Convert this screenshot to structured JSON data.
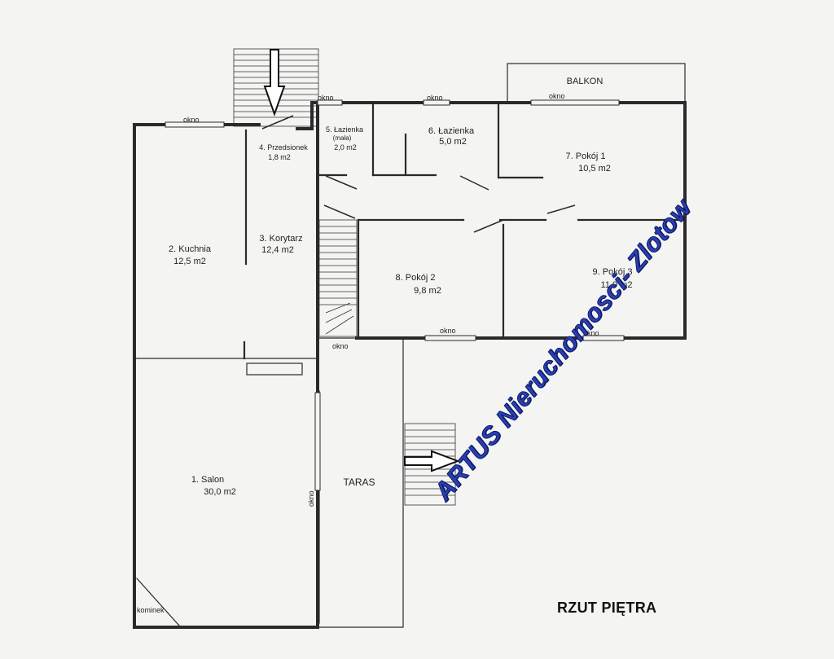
{
  "title": "RZUT PIĘTRA",
  "watermark": "ARTUS Nieruchomosci- Zlotow",
  "rooms": {
    "salon": {
      "name": "1. Salon",
      "area": "30,0 m2"
    },
    "kuchnia": {
      "name": "2. Kuchnia",
      "area": "12,5 m2"
    },
    "korytarz": {
      "name": "3. Korytarz",
      "area": "12,4 m2"
    },
    "przedsionek": {
      "name": "4. Przedsionek",
      "area": "1,8 m2"
    },
    "lazienka_mala": {
      "name": "5. Łazienka",
      "sub": "(mała)",
      "area": "2,0 m2"
    },
    "lazienka": {
      "name": "6. Łazienka",
      "area": "5,0 m2"
    },
    "pokoj1": {
      "name": "7. Pokój 1",
      "area": "10,5 m2"
    },
    "pokoj2": {
      "name": "8. Pokój 2",
      "area": "9,8 m2"
    },
    "pokoj3": {
      "name": "9. Pokój 3",
      "area": "11.0 m2"
    }
  },
  "labels": {
    "balkon": "BALKON",
    "taras": "TARAS",
    "kominek": "kominek",
    "okno": "okno"
  }
}
